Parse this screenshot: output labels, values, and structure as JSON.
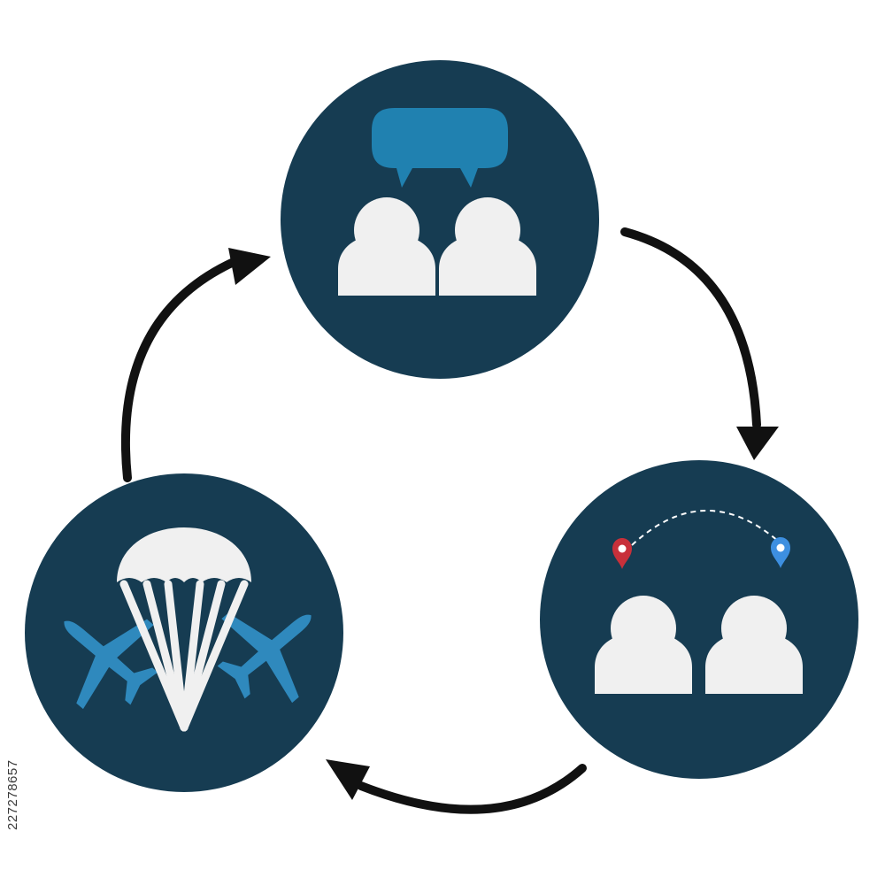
{
  "diagram": {
    "type": "cycle",
    "direction": "clockwise",
    "nodes": [
      {
        "id": "conversation",
        "icon": "two-people-speech-bubble-icon"
      },
      {
        "id": "travel",
        "icon": "two-people-map-route-icon"
      },
      {
        "id": "airdrop",
        "icon": "parachute-planes-icon"
      }
    ],
    "edges": [
      {
        "from": "conversation",
        "to": "travel"
      },
      {
        "from": "travel",
        "to": "airdrop"
      },
      {
        "from": "airdrop",
        "to": "conversation"
      }
    ]
  },
  "stock_id": "227278657",
  "colors": {
    "circle": "#163c52",
    "bubble": "#2081b0",
    "person": "#f0f0f0",
    "plane": "#2f89bd",
    "arrow": "#111111",
    "pin_red": "#c8303a",
    "pin_blue": "#3d8fe0"
  }
}
